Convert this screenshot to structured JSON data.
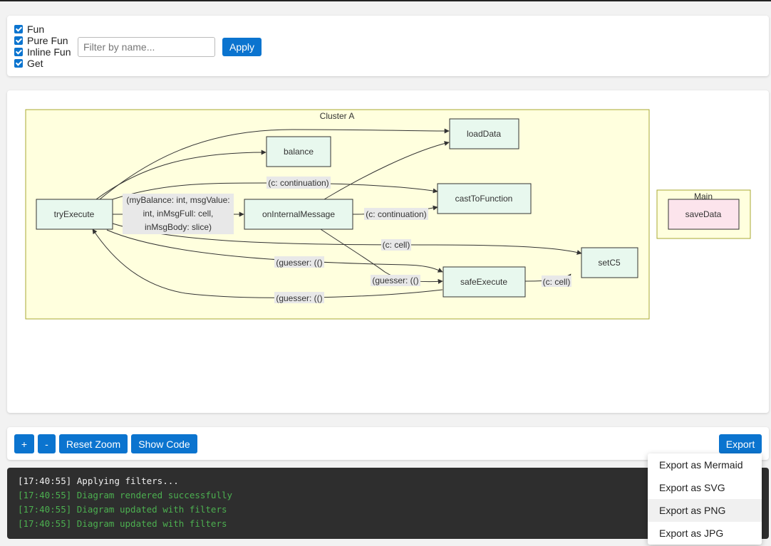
{
  "filters": {
    "checkboxes": [
      {
        "label": "Fun",
        "checked": true
      },
      {
        "label": "Pure Fun",
        "checked": true
      },
      {
        "label": "Inline Fun",
        "checked": true
      },
      {
        "label": "Get",
        "checked": true
      }
    ],
    "search_placeholder": "Filter by name...",
    "search_value": "",
    "apply_label": "Apply"
  },
  "diagram": {
    "clusters": {
      "a": "Cluster A",
      "main": "Main"
    },
    "nodes": {
      "tryExecute": "tryExecute",
      "balance": "balance",
      "loadData": "loadData",
      "onInternalMessage": "onInternalMessage",
      "castToFunction": "castToFunction",
      "setC5": "setC5",
      "safeExecute": "safeExecute",
      "saveData": "saveData"
    },
    "edge_labels": {
      "continuation_top": "(c: continuation)",
      "params_line1": "(myBalance: int, msgValue:",
      "params_line2": "int, inMsgFull: cell,",
      "params_line3": "inMsgBody: slice)",
      "continuation_mid": "(c: continuation)",
      "cell_top": "(c: cell)",
      "guesser_1": "(guesser: (()",
      "guesser_2": "(guesser: (()",
      "guesser_3": "(guesser: (()",
      "cell_bottom": "(c: cell)"
    },
    "colors": {
      "cluster_fill": "#ffffde",
      "cluster_stroke": "#aaaa33",
      "node_fill": "#e8f8ee",
      "node_pink": "#fce4ec",
      "edge": "#333333",
      "label_bg": "#e8e8e8"
    }
  },
  "toolbar": {
    "zoom_in": "+",
    "zoom_out": "-",
    "reset_zoom": "Reset Zoom",
    "show_code": "Show Code",
    "export": "Export"
  },
  "console": {
    "lines": [
      {
        "text": "[17:40:55] Applying filters...",
        "kind": "info"
      },
      {
        "text": "[17:40:55] Diagram rendered successfully",
        "kind": "success"
      },
      {
        "text": "[17:40:55] Diagram updated with filters",
        "kind": "success"
      },
      {
        "text": "[17:40:55] Diagram updated with filters",
        "kind": "success"
      }
    ]
  },
  "export_menu": {
    "items": [
      "Export as Mermaid",
      "Export as SVG",
      "Export as PNG",
      "Export as JPG"
    ],
    "hovered_index": 2
  },
  "accent_color": "#0b74cf"
}
